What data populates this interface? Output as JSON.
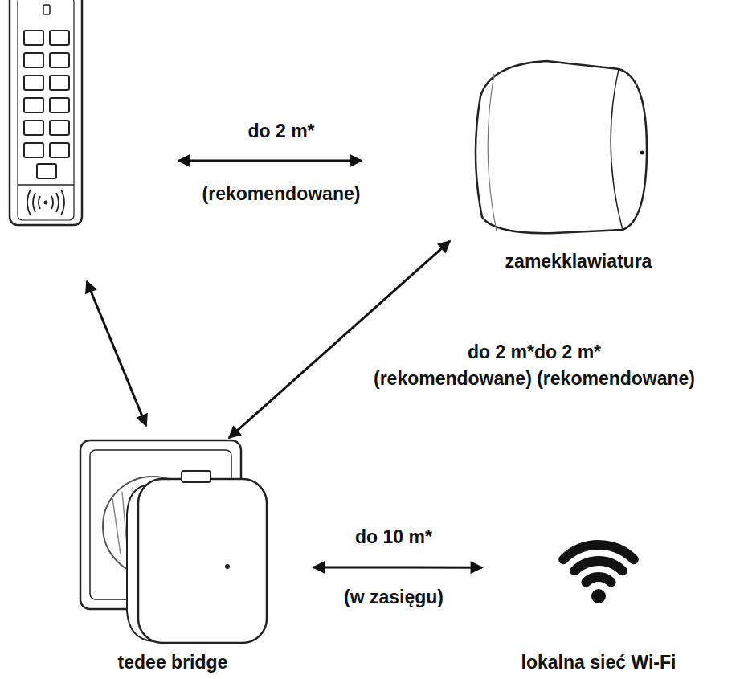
{
  "diagram": {
    "nodes": [
      {
        "text": [
          "zamekklawiatura"
        ]
      },
      {
        "text": [
          "tedee bridge"
        ]
      },
      {
        "text": [
          "lokalna sieć Wi-Fi"
        ]
      }
    ],
    "edges": [
      {
        "from": 0,
        "to": 1,
        "arrow": "both"
      },
      {
        "from": 1,
        "to": 2,
        "arrow": "both"
      }
    ],
    "labels": [
      "do 2 m*",
      "(rekomendowane)",
      "do 2 m*do 2 m*",
      "(rekomendowane) (rekomendowane)",
      "do 10 m*",
      "(w zasięgu)"
    ]
  }
}
